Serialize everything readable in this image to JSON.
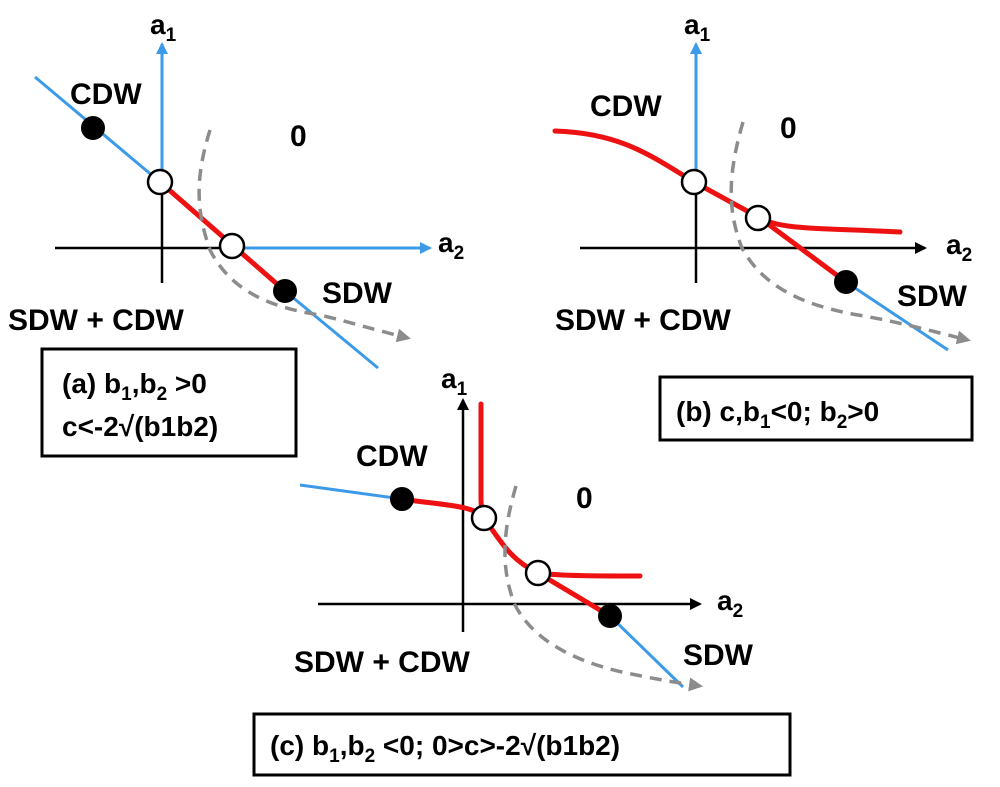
{
  "labels": {
    "cdw": "CDW",
    "sdw": "SDW",
    "mixed": "SDW + CDW",
    "zero": "0",
    "axis_a": "a",
    "sub1": "1",
    "sub2": "2"
  },
  "panels": [
    {
      "id": "a",
      "caption_lines": [
        [
          [
            "(a)  b",
            ""
          ],
          [
            "1",
            "sub"
          ],
          [
            ",b",
            ""
          ],
          [
            "2",
            "sub"
          ],
          [
            " >0",
            ""
          ]
        ],
        [
          [
            "c<-2√(b1b2)",
            ""
          ]
        ]
      ]
    },
    {
      "id": "b",
      "caption_lines": [
        [
          [
            "(b) c,b",
            ""
          ],
          [
            "1",
            "sub"
          ],
          [
            "<0; b",
            ""
          ],
          [
            "2",
            "sub"
          ],
          [
            ">0",
            ""
          ]
        ]
      ]
    },
    {
      "id": "c",
      "caption_lines": [
        [
          [
            "(c)   b",
            ""
          ],
          [
            "1",
            "sub"
          ],
          [
            ",b",
            ""
          ],
          [
            "2",
            "sub"
          ],
          [
            " <0;  0>c>-2√(b1b2)",
            ""
          ]
        ]
      ]
    }
  ],
  "colors": {
    "red_line": "#ee1111",
    "blue_line": "#3b9be8",
    "dashed": "#8c8c8c"
  }
}
